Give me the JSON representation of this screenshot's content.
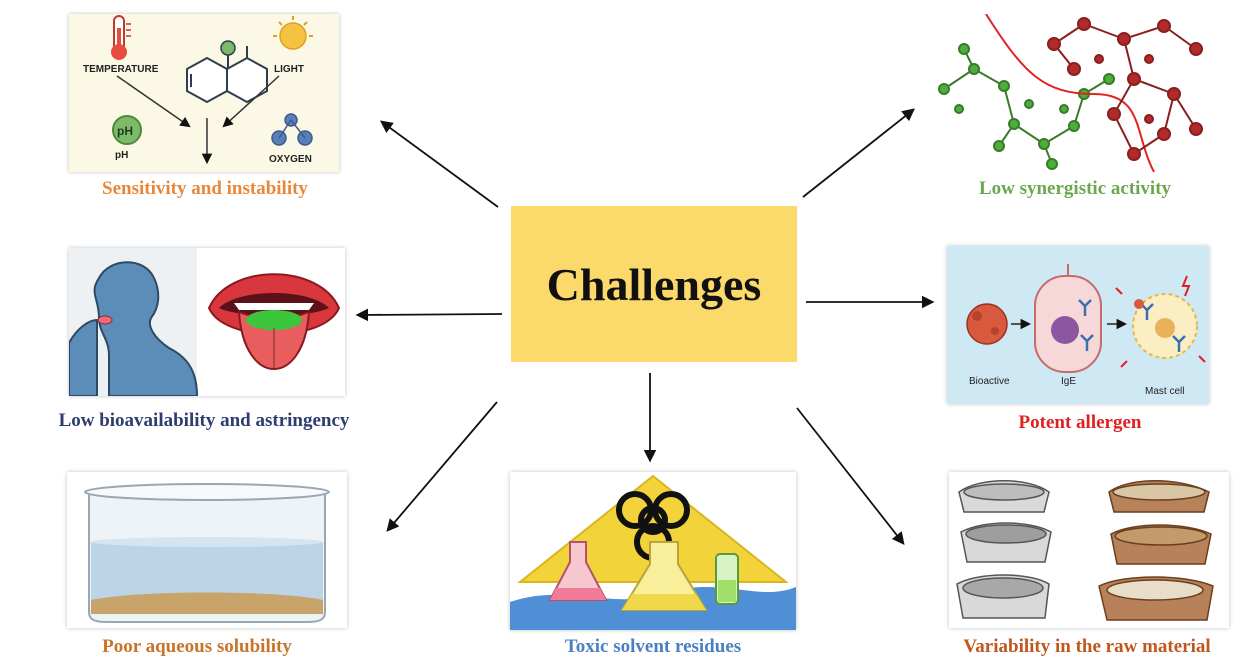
{
  "center": {
    "title": "Challenges"
  },
  "panels": {
    "sensitivity": {
      "caption": "Sensitivity and instability",
      "labels": {
        "temperature": "TEMPERATURE",
        "light": "LIGHT",
        "ph_badge": "pH",
        "ph": "pH",
        "oxygen": "OXYGEN"
      }
    },
    "synergy": {
      "caption": "Low synergistic activity"
    },
    "bioavailability": {
      "caption": "Low bioavailability and astringency"
    },
    "allergen": {
      "caption": "Potent allergen",
      "labels": {
        "bioactive": "Bioactive",
        "ige": "IgE",
        "mast_cell": "Mast cell"
      }
    },
    "solubility": {
      "caption": "Poor aqueous solubility"
    },
    "toxic": {
      "caption": "Toxic solvent residues"
    },
    "variability": {
      "caption": "Variability in the raw material"
    }
  },
  "colors": {
    "center_fill": "#fbd96a",
    "sensitivity": "#e8873a",
    "synergy": "#6aa84f",
    "bioavailability": "#2e3d6e",
    "allergen": "#e02020",
    "solubility": "#c8742a",
    "toxic": "#4a7fc1",
    "variability": "#c0581e"
  }
}
